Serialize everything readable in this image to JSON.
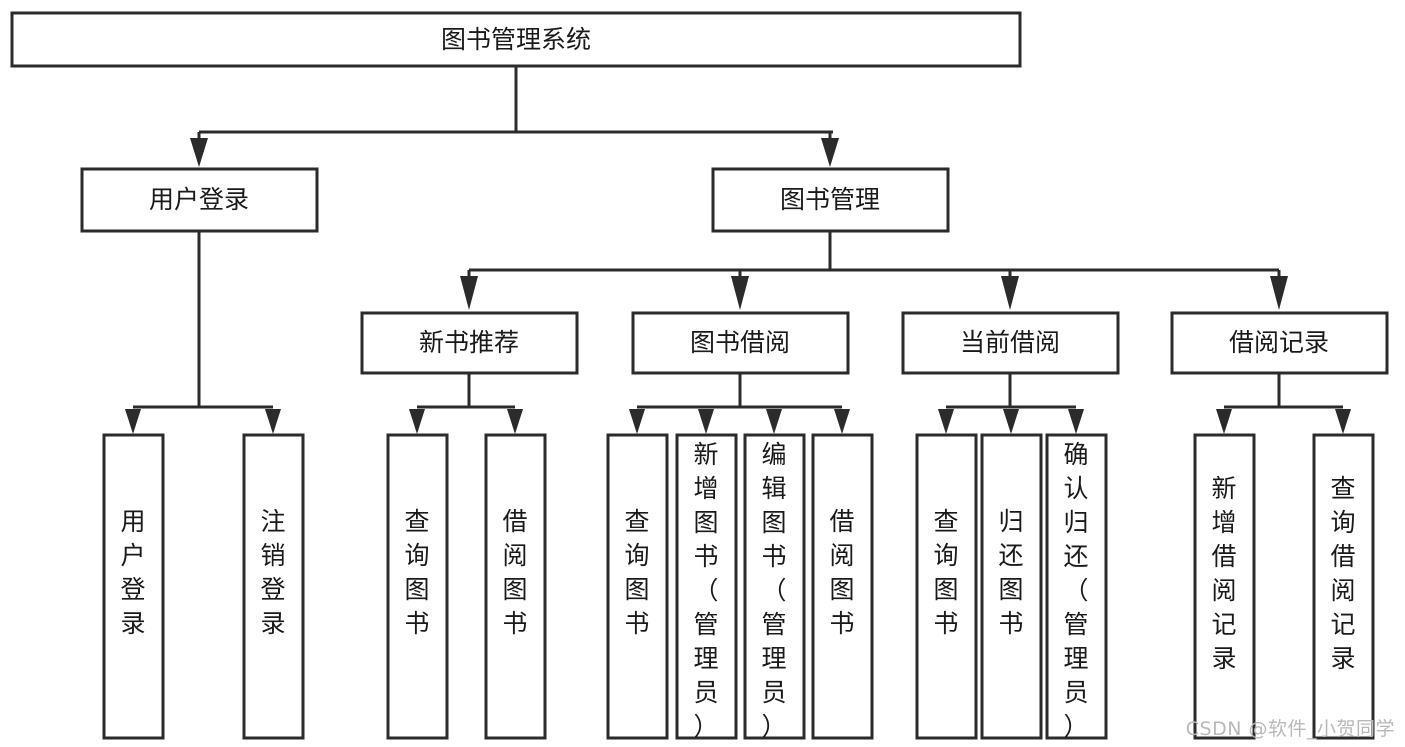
{
  "diagram": {
    "type": "tree",
    "title": "图书管理系统",
    "watermark": "CSDN @软件_小贺同学",
    "levels": {
      "root": {
        "id": "root",
        "label": "图书管理系统"
      },
      "level2": [
        {
          "id": "user-login",
          "label": "用户登录"
        },
        {
          "id": "book-management",
          "label": "图书管理"
        }
      ],
      "level3": [
        {
          "id": "new-book-recommend",
          "label": "新书推荐",
          "parent": "book-management"
        },
        {
          "id": "book-borrow",
          "label": "图书借阅",
          "parent": "book-management"
        },
        {
          "id": "current-borrow",
          "label": "当前借阅",
          "parent": "book-management"
        },
        {
          "id": "borrow-record",
          "label": "借阅记录",
          "parent": "book-management"
        }
      ],
      "leaves": [
        {
          "id": "leaf-user-login",
          "label": "用户登录",
          "parent": "user-login"
        },
        {
          "id": "leaf-logout-login",
          "label": "注销登录",
          "parent": "user-login"
        },
        {
          "id": "leaf-query-book-1",
          "label": "查询图书",
          "parent": "new-book-recommend"
        },
        {
          "id": "leaf-borrow-book-1",
          "label": "借阅图书",
          "parent": "new-book-recommend"
        },
        {
          "id": "leaf-query-book-2",
          "label": "查询图书",
          "parent": "book-borrow"
        },
        {
          "id": "leaf-add-book",
          "label": "新增图书（管理员）",
          "parent": "book-borrow"
        },
        {
          "id": "leaf-edit-book",
          "label": "编辑图书（管理员）",
          "parent": "book-borrow"
        },
        {
          "id": "leaf-borrow-book-2",
          "label": "借阅图书",
          "parent": "book-borrow"
        },
        {
          "id": "leaf-query-book-3",
          "label": "查询图书",
          "parent": "current-borrow"
        },
        {
          "id": "leaf-return-book",
          "label": "归还图书",
          "parent": "current-borrow"
        },
        {
          "id": "leaf-confirm-return",
          "label": "确认归还（管理员）",
          "parent": "current-borrow"
        },
        {
          "id": "leaf-add-record",
          "label": "新增借阅记录",
          "parent": "borrow-record"
        },
        {
          "id": "leaf-query-record",
          "label": "查询借阅记录",
          "parent": "borrow-record"
        }
      ]
    },
    "colors": {
      "box_fill": "#ffffff",
      "box_stroke": "#2b2b2b",
      "text": "#1a1a1a",
      "connector": "#2b2b2b",
      "watermark": "#b9b9b9",
      "background": "#ffffff"
    }
  }
}
